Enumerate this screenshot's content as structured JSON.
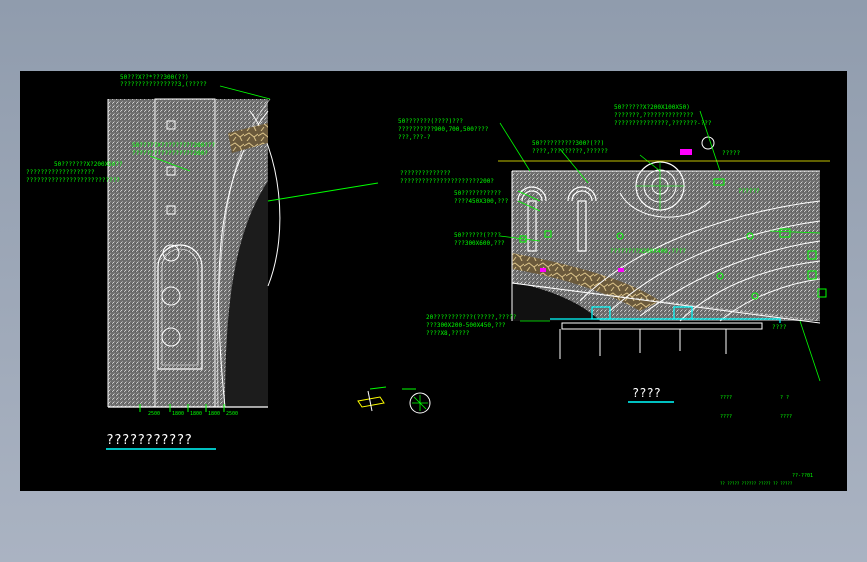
{
  "colors": {
    "background": "#8e9aab",
    "canvas": "#000000",
    "annotation": "#00ff00",
    "outline": "#ffffff",
    "cyan": "#00ffff",
    "yellow": "#ffff00",
    "magenta": "#ff00ff",
    "paving": "#7f7f7f"
  },
  "left_plan": {
    "top_note_1": "50???X??*???300(??)",
    "top_note_2": "????????????????3,(?????",
    "mid_note_1": "50?????X?????????200???",
    "mid_note_2": "?????????????????200?",
    "side_note_1": "50???????X?200X50??",
    "side_note_2": "???????????????????",
    "side_note_3": "??????????????????????????",
    "dim_labels": [
      "2500",
      "1800",
      "1800",
      "1800",
      "2500"
    ],
    "title": "???????????"
  },
  "right_plan": {
    "note_a1": "50???????(????)???",
    "note_a2": "??????????900,700,500????",
    "note_a3": "???,???-?",
    "note_b1": "50??????X?200X100X50)",
    "note_b2": "???????,??????????????",
    "note_b3": "???????????????,???????-???",
    "note_c1": "50??????????300?(??)",
    "note_c2": "????,?????????,??????",
    "note_d1": "??????????????",
    "note_d2": "??????????????????????200?",
    "note_e1": "50???????????",
    "note_e2": "????450X300,???",
    "note_f1": "50??????(????",
    "note_f2": "???300X600,???",
    "note_g1": "20???????????(?????,?????",
    "note_g2": "???300X200-500X450,???",
    "note_g3": "????X8,?????",
    "note_h1": "????????X200X400,????",
    "callout_1": "?????",
    "callout_2": "??????",
    "callout_3": "????",
    "title": "????"
  },
  "title_block": {
    "cells": [
      "????",
      "? ?",
      "????",
      "????"
    ],
    "drawing_no": "??-??01",
    "footer": "?? ?????  ??????  ?????  ??  ?????"
  }
}
